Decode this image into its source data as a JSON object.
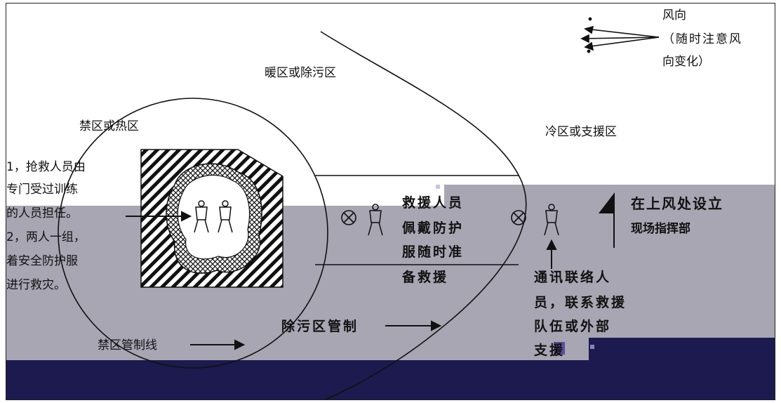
{
  "wind": {
    "title": "风向",
    "note_line1": "（随时注意风",
    "note_line2": "向变化）"
  },
  "zones": {
    "warm": "暖区或除污区",
    "hot": "禁区或热区",
    "cold": "冷区或支援区"
  },
  "rescuers": {
    "line1": "1，抢救人员由",
    "line2": "专门受过训练",
    "line3": "的人员担任。",
    "line4": "2，两人一组，",
    "line5": "着安全防护服",
    "line6": "进行救灾。"
  },
  "rescue_team": {
    "line1": "救援人员",
    "line2": "佩戴防护",
    "line3": "服随时准",
    "line4": "备救援"
  },
  "command": {
    "line1": "在上风处设立",
    "line2": "现场指挥部"
  },
  "comms": {
    "line1": "通讯联络人",
    "line2": "员，联系救援",
    "line3": "队伍或外部",
    "line4": "支援"
  },
  "lines": {
    "decon_control": "除污区管制",
    "hot_control": "禁区管制线"
  },
  "colors": {
    "gray_band": "#a8a6b3",
    "navy_band": "#1c1a4e",
    "ink": "#111111"
  }
}
